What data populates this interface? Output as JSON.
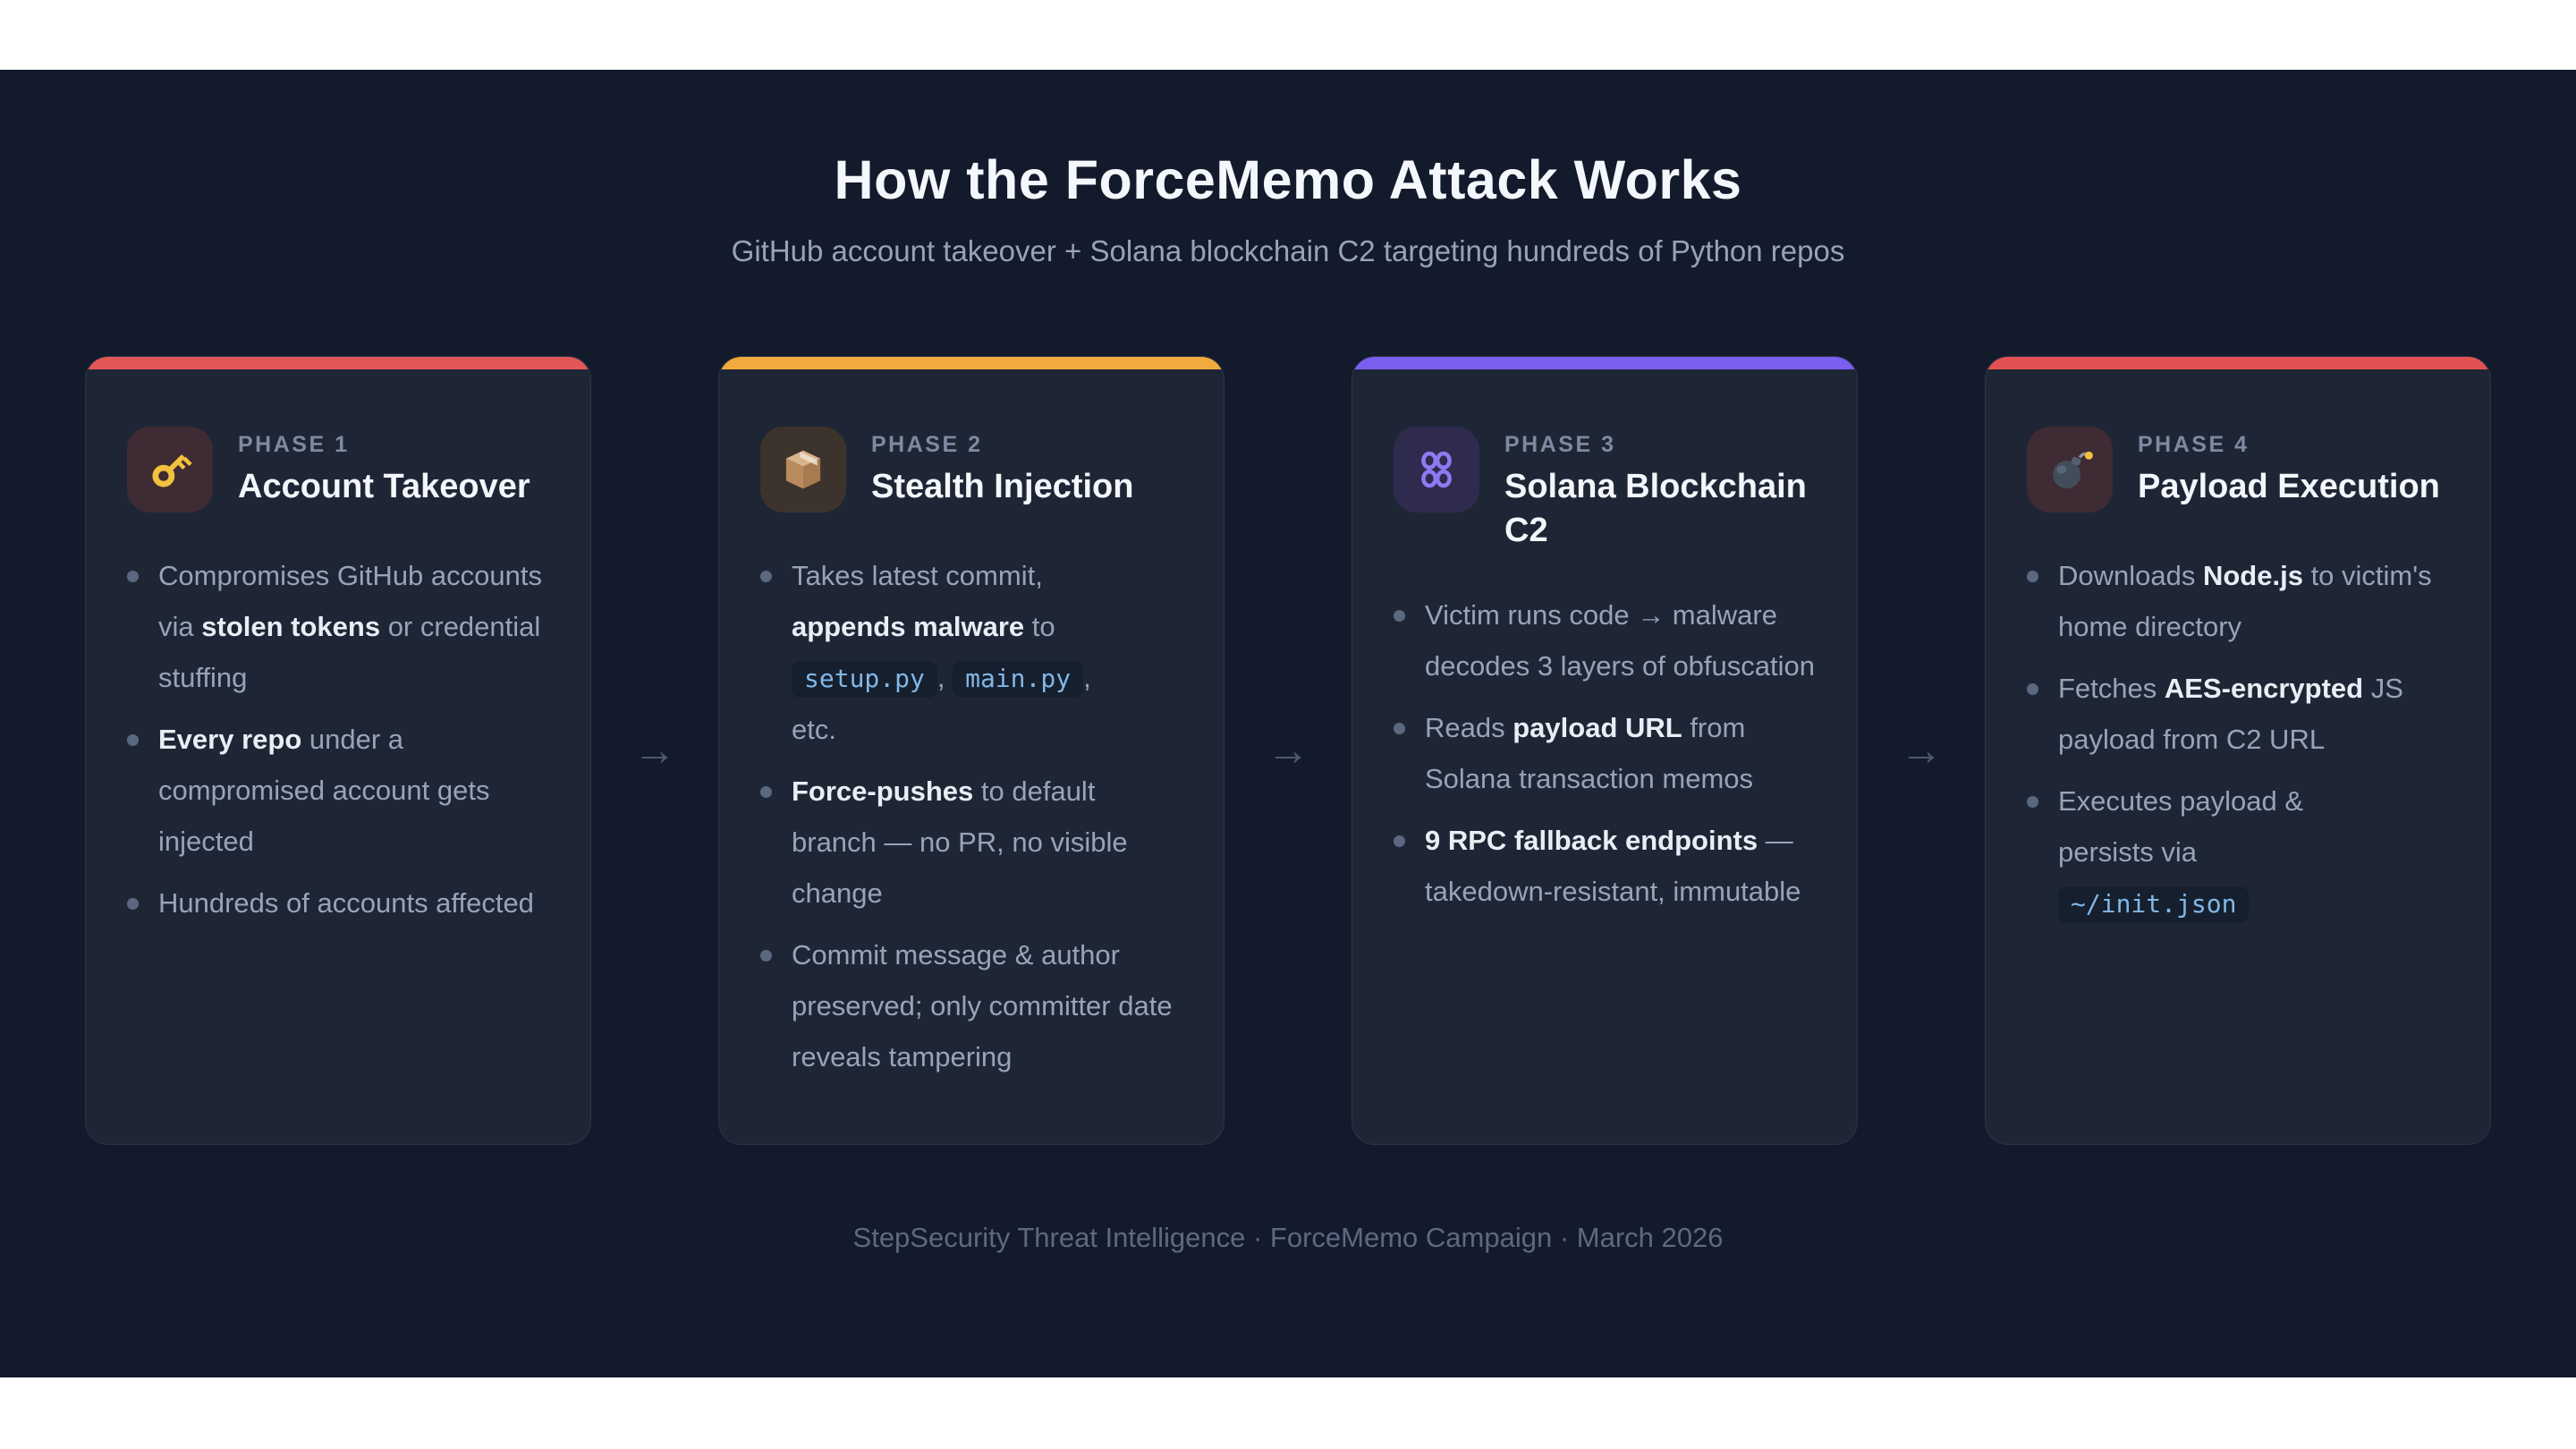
{
  "header": {
    "title": "How the ForceMemo Attack Works",
    "subtitle": "GitHub account takeover + Solana blockchain C2 targeting hundreds of Python repos"
  },
  "arrow_glyph": "→",
  "footer": {
    "text": "StepSecurity Threat Intelligence · ForceMemo Campaign · March 2026"
  },
  "colors": {
    "page_background": "#ffffff",
    "panel_background": "#131a2c",
    "card_background": "#1e2636",
    "phase1_accent": "#e25656",
    "phase2_accent": "#f2a93d",
    "phase3_accent": "#7c5ef0",
    "phase4_accent": "#e35252",
    "code_text": "#82b7e6",
    "body_text": "#97a4b8"
  },
  "cards": [
    {
      "phase_label": "PHASE 1",
      "title": "Account Takeover",
      "accent": "#e25656",
      "icon": "key-icon",
      "icon_bg": "#3f2b33",
      "bullets": [
        "Compromises GitHub accounts via **stolen tokens** or credential stuffing",
        "**Every repo** under a compromised account gets injected",
        "Hundreds of accounts affected"
      ]
    },
    {
      "phase_label": "PHASE 2",
      "title": "Stealth Injection",
      "accent": "#f2a93d",
      "icon": "package-icon",
      "icon_bg": "#3c332c",
      "bullets": [
        "Takes latest commit,\n**appends malware** to\n`setup.py`, `main.py`,\netc.",
        "**Force-pushes** to default branch — no PR, no visible change",
        "Commit message & author preserved; only committer date reveals tampering"
      ]
    },
    {
      "phase_label": "PHASE 3",
      "title": "Solana Blockchain C2",
      "accent": "#7c5ef0",
      "icon": "chain-links-icon",
      "icon_bg": "#2f2b4e",
      "bullets": [
        "Victim runs code → malware decodes 3 layers of obfuscation",
        "Reads **payload URL** from Solana transaction memos",
        "**9 RPC fallback endpoints** — takedown-resistant, immutable"
      ]
    },
    {
      "phase_label": "PHASE 4",
      "title": "Payload Execution",
      "accent": "#e35252",
      "icon": "bomb-icon",
      "icon_bg": "#3f2b33",
      "bullets": [
        "Downloads **Node.js** to victim's home directory",
        "Fetches **AES-encrypted** JS payload from C2 URL",
        "Executes payload &\npersists via\n`~/init.json`"
      ]
    }
  ]
}
